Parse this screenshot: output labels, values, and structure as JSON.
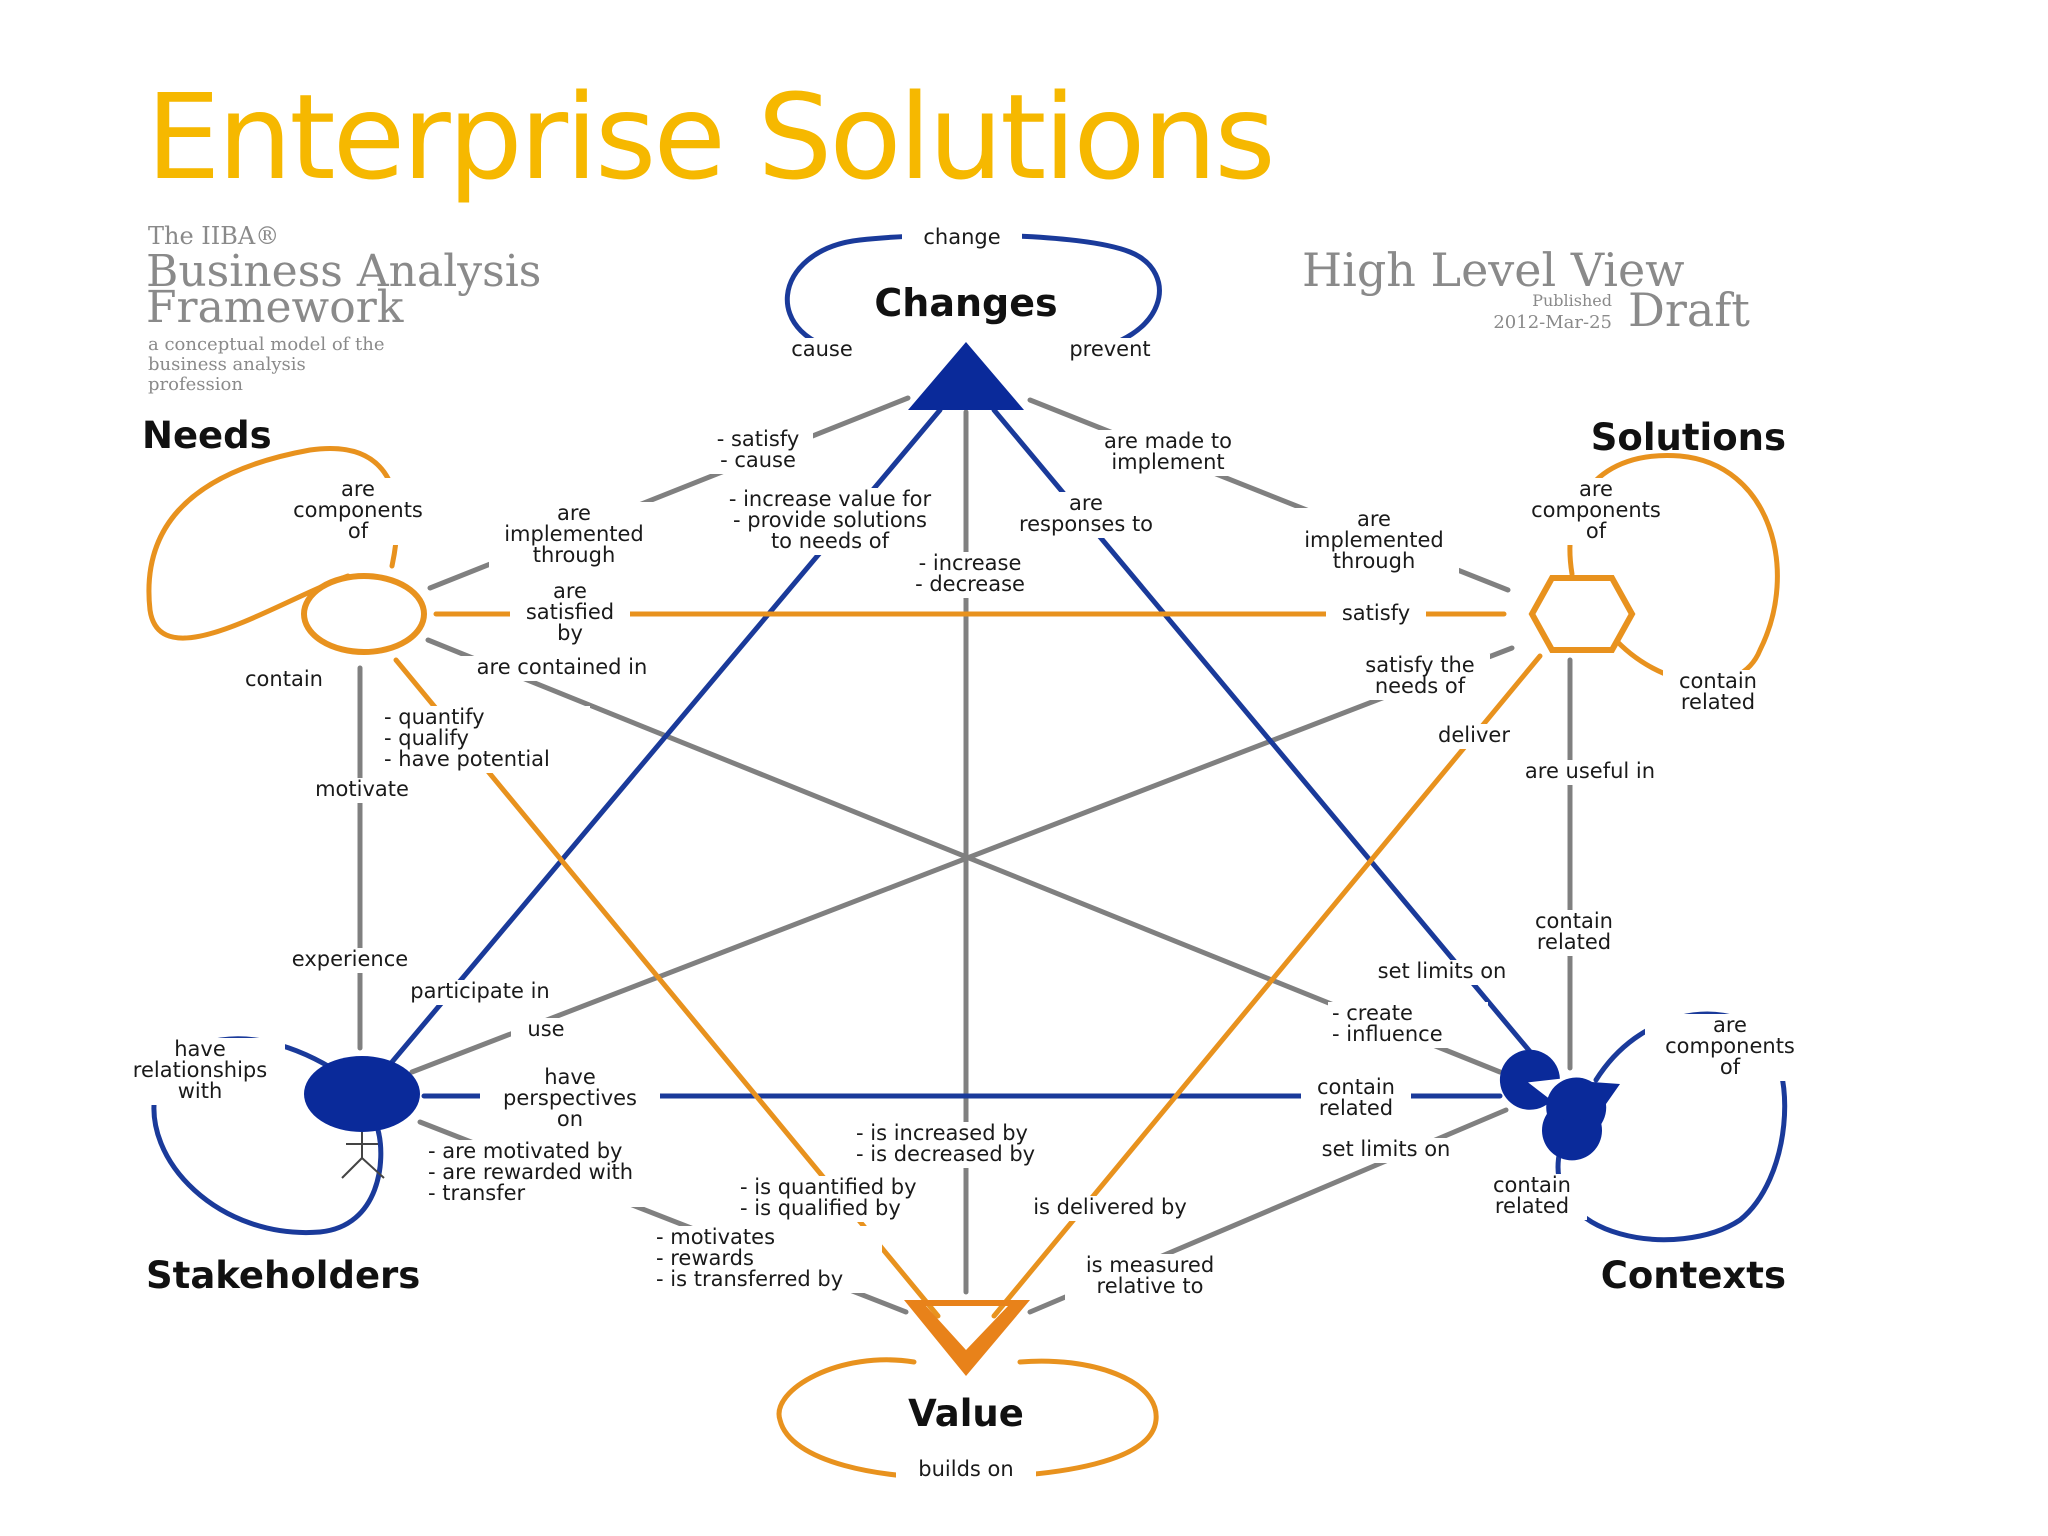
{
  "title": "Enterprise Solutions",
  "framework": {
    "iiba": "The IIBA®",
    "name_line1": "Business Analysis",
    "name_line2": "Framework",
    "desc_line1": "a conceptual model of the",
    "desc_line2": "business analysis",
    "desc_line3": "profession"
  },
  "version": {
    "heading": "High Level View",
    "published": "Published",
    "date": "2012-Mar-25",
    "status": "Draft"
  },
  "nodes": {
    "changes": "Changes",
    "needs": "Needs",
    "solutions": "Solutions",
    "stakeholders": "Stakeholders",
    "contexts": "Contexts",
    "value": "Value"
  },
  "colors": {
    "orange": "#e8921e",
    "blue": "#1a3a9a",
    "gray": "#808080",
    "title": "#f6b800"
  },
  "labels": {
    "change": "change",
    "cause": "cause",
    "prevent": "prevent",
    "satisfy_cause": [
      "- satisfy",
      "- cause"
    ],
    "made_to_implement": [
      "are made to",
      "implement"
    ],
    "increase_value": [
      "- increase value for",
      "- provide solutions",
      "to needs of"
    ],
    "responses_to": [
      "are",
      "responses to"
    ],
    "increase_decrease": [
      "- increase",
      "- decrease"
    ],
    "needs_components": [
      "are",
      "components",
      "of"
    ],
    "needs_implemented": [
      "are",
      "implemented",
      "through"
    ],
    "solutions_implemented": [
      "are",
      "implemented",
      "through"
    ],
    "solutions_components": [
      "are",
      "components",
      "of"
    ],
    "satisfied_by": [
      "are",
      "satisfied",
      "by"
    ],
    "satisfy": "satisfy",
    "contain": "contain",
    "contained_in": "are contained in",
    "satisfy_needs_of": [
      "satisfy the",
      "needs of"
    ],
    "solutions_contain_related": [
      "contain",
      "related"
    ],
    "quantify": [
      "- quantify",
      "- qualify",
      "- have potential"
    ],
    "deliver": "deliver",
    "useful_in": "are useful in",
    "motivate": "motivate",
    "experience": "experience",
    "participate_in": "participate in",
    "contexts_contain_related_top": [
      "contain",
      "related"
    ],
    "set_limits_on_top": "set limits on",
    "create_influence": [
      "- create",
      "- influence"
    ],
    "use": "use",
    "have_relationships": [
      "have",
      "relationships",
      "with"
    ],
    "have_perspectives": [
      "have",
      "perspectives",
      "on"
    ],
    "contain_related_mid": [
      "contain",
      "related"
    ],
    "contexts_components": [
      "are",
      "components",
      "of"
    ],
    "motivated_by": [
      "- are motivated by",
      "- are rewarded with",
      "- transfer"
    ],
    "increased_by": [
      "- is increased by",
      "- is decreased by"
    ],
    "set_limits_on_bottom": "set limits on",
    "contexts_contain_related_bottom": [
      "contain",
      "related"
    ],
    "quantified_by": [
      "- is quantified by",
      "- is qualified by"
    ],
    "delivered_by": "is delivered by",
    "motivates": [
      "- motivates",
      "- rewards",
      "- is transferred by"
    ],
    "measured_relative": [
      "is measured",
      "relative to"
    ],
    "builds_on": "builds on"
  }
}
